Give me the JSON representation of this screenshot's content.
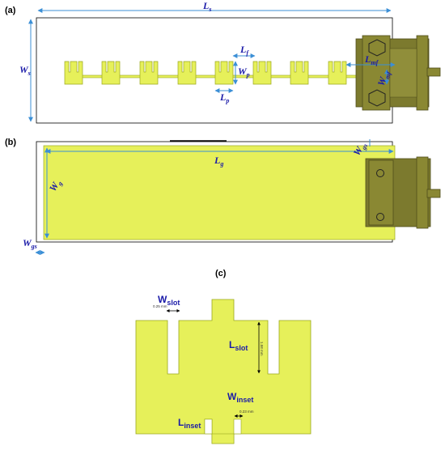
{
  "panels": {
    "a": {
      "label": "(a)",
      "dims": {
        "Ls": {
          "main": "L",
          "sub": "s"
        },
        "Ws": {
          "main": "W",
          "sub": "s"
        },
        "Lf": {
          "main": "L",
          "sub": "f"
        },
        "Wp": {
          "main": "W",
          "sub": "p"
        },
        "Lp": {
          "main": "L",
          "sub": "p"
        },
        "Lmf": {
          "main": "L",
          "sub": "mf"
        },
        "Wmf": {
          "main": "W",
          "sub": "mf"
        }
      }
    },
    "b": {
      "label": "(b)",
      "dims": {
        "Lg": {
          "main": "L",
          "sub": "g"
        },
        "Wg": {
          "main": "W",
          "sub": "g"
        },
        "Wgs": {
          "main": "W",
          "sub": "gs"
        },
        "Wgs_side": {
          "main": "W",
          "sub": "gs"
        }
      }
    },
    "c": {
      "label": "(c)",
      "captions": {
        "Wslot": {
          "main": "W",
          "sub": "slot"
        },
        "Lslot": {
          "main": "L",
          "sub": "slot"
        },
        "Winset": {
          "main": "W",
          "sub": "inset"
        },
        "Linset": {
          "main": "L",
          "sub": "inset"
        }
      },
      "annotations": {
        "slot_width": "0.25 mm",
        "slot_length": "1.58 mm",
        "inset_width": "0.23 mm"
      }
    }
  },
  "colors": {
    "patch": "#e6f05a",
    "patch_edge": "#9aa81e",
    "connector": "#7c7a2e",
    "connector_dark": "#4f4d1b",
    "dimension_arrow": "#3b8fd6",
    "dimension_text": "#1a1aa8"
  }
}
